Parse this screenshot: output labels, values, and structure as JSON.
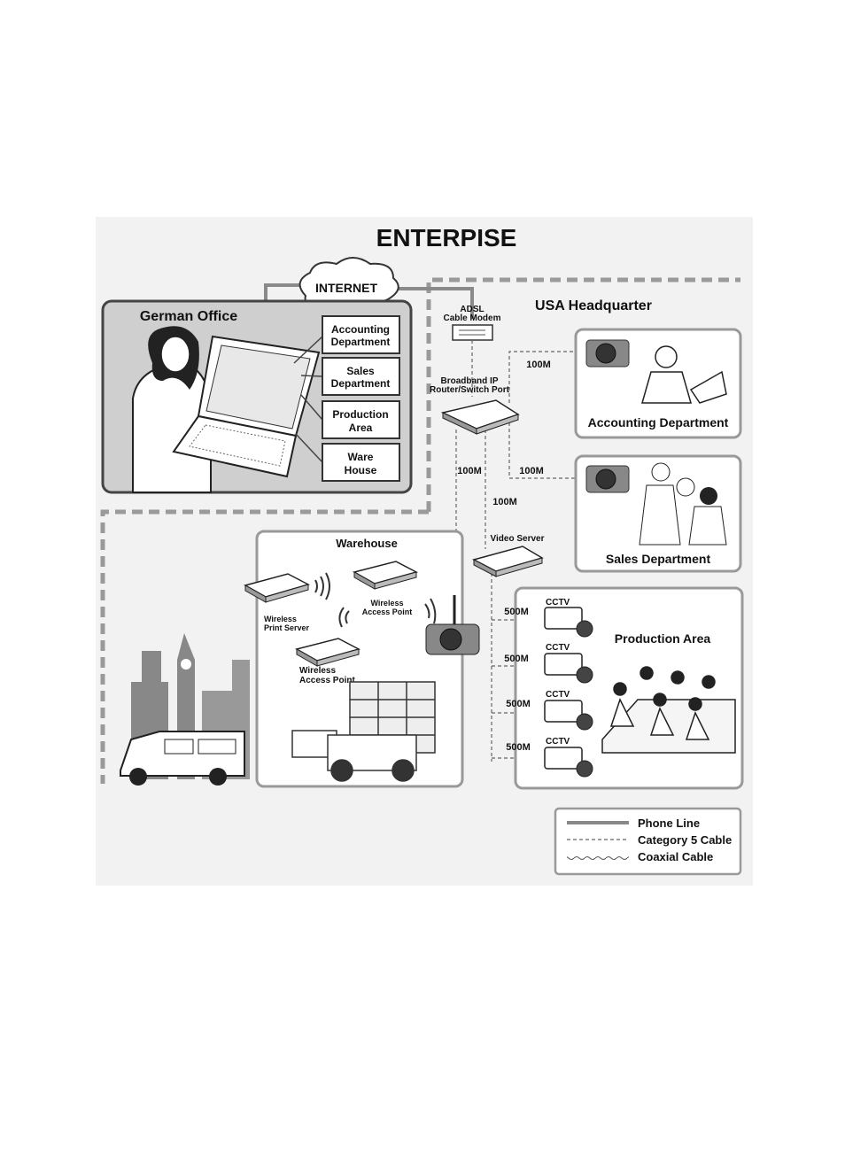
{
  "title": "ENTERPISE",
  "cloud": {
    "label": "INTERNET"
  },
  "german_office": {
    "title": "German Office",
    "departments": [
      {
        "line1": "Accounting",
        "line2": "Department"
      },
      {
        "line1": "Sales",
        "line2": "Department"
      },
      {
        "line1": "Production",
        "line2": "Area"
      },
      {
        "line1": "Ware",
        "line2": "House"
      }
    ]
  },
  "usa_hq": {
    "title": "USA Headquarter",
    "modem": {
      "line1": "ADSL",
      "line2": "Cable Modem"
    },
    "router": {
      "line1": "Broadband IP",
      "line2": "Router/Switch Port"
    },
    "video_server": "Video Server",
    "links": {
      "acct": "100M",
      "sales": "100M",
      "video": "100M",
      "warehouse": "100M"
    },
    "accounting_dept": "Accounting Department",
    "sales_dept": "Sales Department",
    "production": {
      "title": "Production Area",
      "cctv_label": "CCTV",
      "cctv_links": [
        "500M",
        "500M",
        "500M",
        "500M"
      ]
    }
  },
  "warehouse": {
    "title": "Warehouse",
    "print_server": {
      "line1": "Wireless",
      "line2": "Print Server"
    },
    "ap_top": {
      "line1": "Wireless",
      "line2": "Access Point"
    },
    "ap_bottom": {
      "line1": "Wireless",
      "line2": "Access Point"
    }
  },
  "legend": {
    "items": [
      {
        "style": "solid",
        "label": "Phone Line"
      },
      {
        "style": "dashed",
        "label": "Category 5 Cable"
      },
      {
        "style": "wavy",
        "label": "Coaxial Cable"
      }
    ]
  },
  "colors": {
    "background": "#f2f2f2",
    "panel": "#cfcfcf",
    "border": "#9a9a9a",
    "ink": "#111111"
  }
}
